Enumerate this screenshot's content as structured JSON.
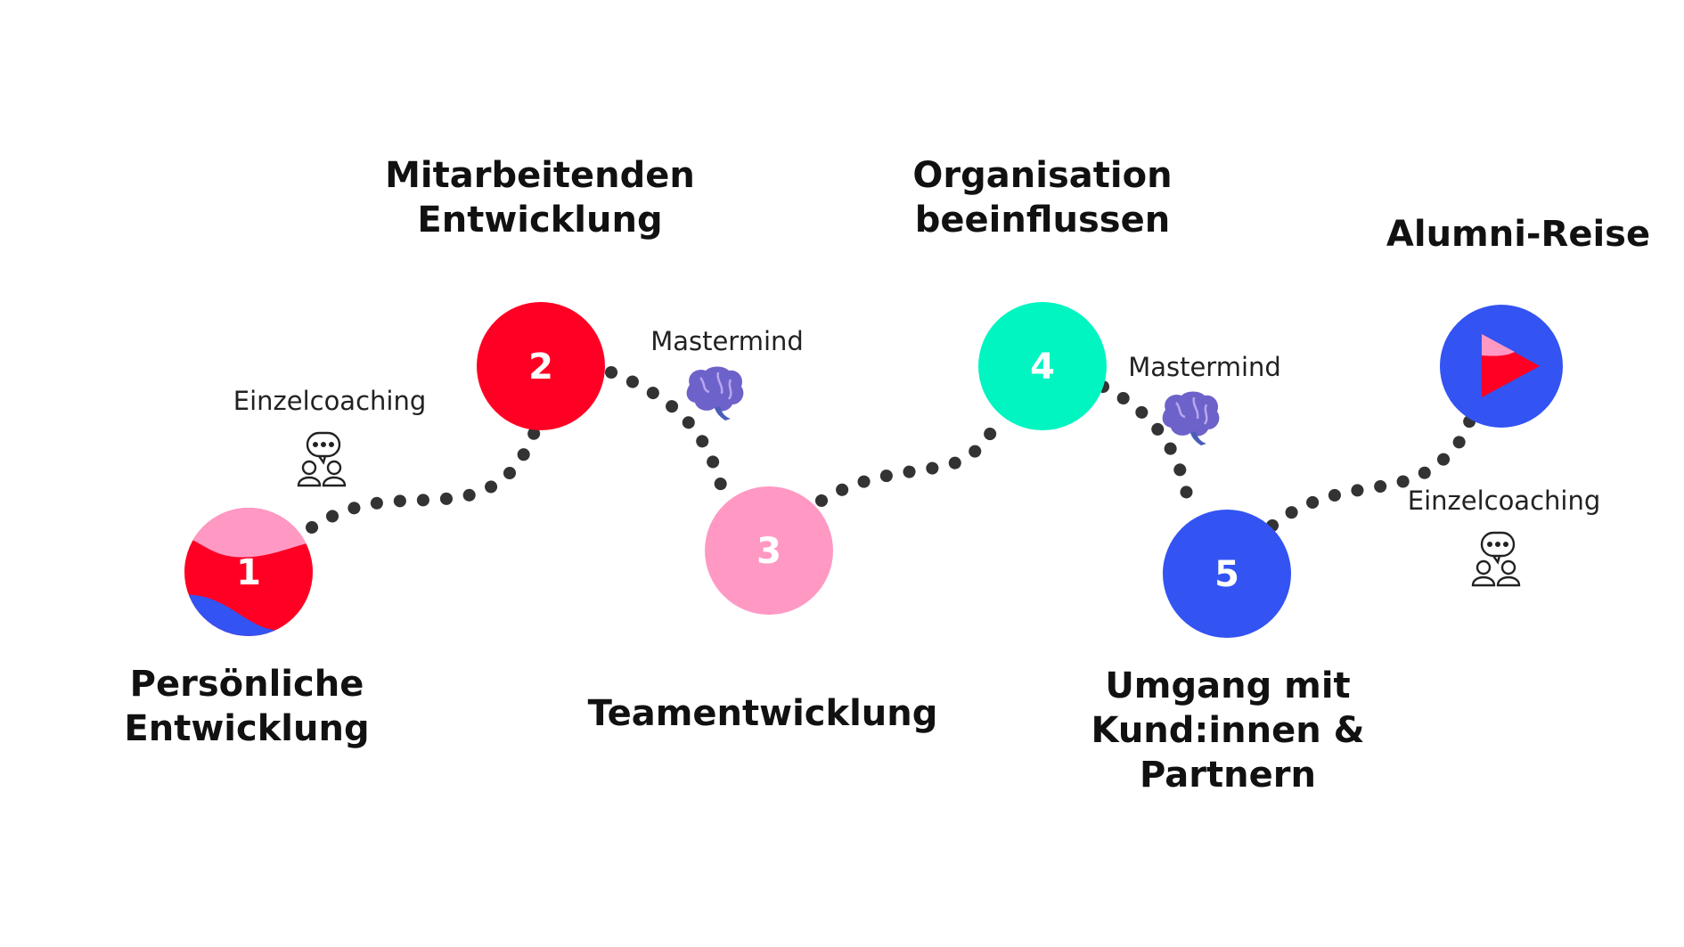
{
  "steps": [
    {
      "number": "1",
      "title_lines": [
        "Persönliche",
        "Entwicklung"
      ],
      "color": "#ff0024"
    },
    {
      "number": "2",
      "title_lines": [
        "Mitarbeitenden",
        "Entwicklung"
      ],
      "color": "#ff0024"
    },
    {
      "number": "3",
      "title_lines": [
        "Teamentwicklung"
      ],
      "color": "#ff99c4"
    },
    {
      "number": "4",
      "title_lines": [
        "Organisation",
        "beeinflussen"
      ],
      "color": "#00f5c0"
    },
    {
      "number": "5",
      "title_lines": [
        "Umgang mit",
        "Kund:innen &",
        "Partnern"
      ],
      "color": "#3353f2"
    }
  ],
  "final": {
    "title": "Alumni-Reise",
    "color": "#3353f2",
    "icon": "play-logo-icon"
  },
  "connectors": [
    {
      "label": "Einzelcoaching",
      "icon": "coaching-people-icon"
    },
    {
      "label": "Mastermind",
      "icon": "brain-icon"
    },
    {
      "label": "Mastermind",
      "icon": "brain-icon"
    },
    {
      "label": "Einzelcoaching",
      "icon": "coaching-people-icon"
    }
  ],
  "colors": {
    "path": "#333333",
    "pink": "#ff99c4",
    "red": "#ff0024",
    "blue": "#3353f2",
    "mint": "#00f5c0"
  }
}
